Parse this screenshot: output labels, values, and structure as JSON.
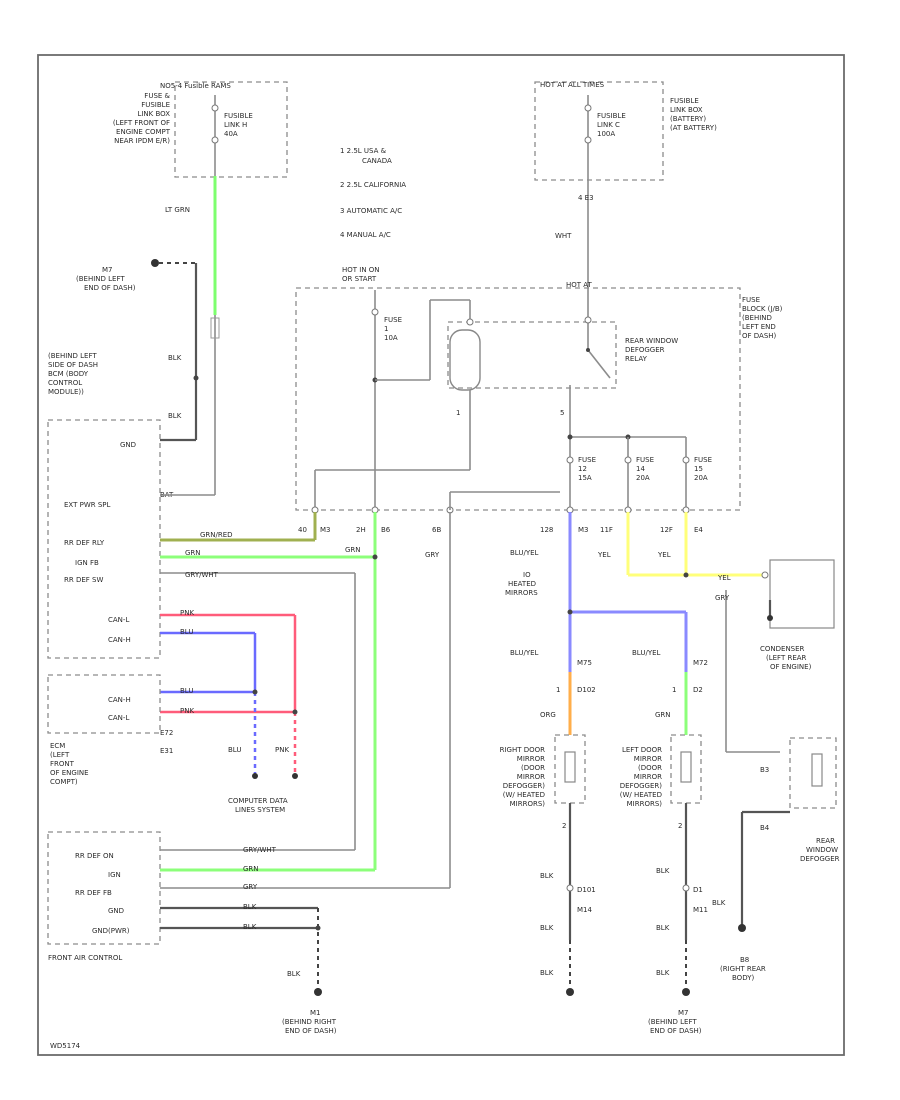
{
  "colors": {
    "lt_grn": "#7dff6e",
    "grn": "#8cff7a",
    "pnk": "#ff5c7a",
    "blu": "#6a6aff",
    "blu_yel": "#8a8aff",
    "yel": "#ffff7a",
    "org": "#ffae4a",
    "wire": "#8c8c8c",
    "blk": "#555555"
  },
  "legend": [
    "1  2.5L USA &",
    "CANADA",
    "2  2.5L CALIFORNIA",
    "3  AUTOMATIC A/C",
    "4  MANUAL A/C"
  ],
  "labels": {
    "fusible_box_left_title": "NO5-4 Fusible RAMS",
    "fusible_link_h": "FUSIBLE\nLINK H\n40A",
    "fusible_box_left_desc": "FUSE &\nFUSIBLE\nLINK BOX\n(LEFT FRONT OF\nENGINE COMPT\nNEAR IPDM E/R)",
    "fusible_box_right_title": "HOT AT ALL TIMES",
    "fusible_link_c": "FUSIBLE\nLINK C\n100A",
    "fusible_box_right_desc": "FUSIBLE\nLINK BOX\n(BATTERY)\n(AT BATTERY)",
    "wire_lt_grn": "LT GRN",
    "conn_e3": "4  E3",
    "wire_wht": "WHT",
    "ground_m7_top": "M7\n(BEHIND LEFT\nEND OF DASH)",
    "hot_in_on": "HOT IN ON\nOR START",
    "hot_at_all": "HOT AT",
    "fuse1": "FUSE\n1\n10A",
    "relay": "REAR WINDOW\nDEFOGGER\nRELAY",
    "fuse_block": "FUSE\nBLOCK (J/B)\n(BEHIND\nLEFT END\nOF DASH)",
    "fuse12": "FUSE\n12\n15A",
    "fuse14": "FUSE\n14\n20A",
    "fuse15": "FUSE\n15\n20A",
    "bcm_desc": "(BEHIND LEFT\nSIDE OF DASH\nBCM (BODY\nCONTROL\nMODULE))",
    "wire_blk": "BLK",
    "bcm_gnd": "GND",
    "bcm_batt": "BAT",
    "bcm_ext_pwr": "EXT PWR SPL",
    "bcm_rr_def_rly": "RR DEF RLY",
    "bcm_ign_fb": "IGN FB",
    "bcm_rr_def_sw": "RR DEF SW",
    "bcm_canl": "CAN-L",
    "bcm_canh": "CAN-H",
    "wire_grn_red": "GRN/RED",
    "wire_grn": "GRN",
    "wire_gry_wht": "GRY/WHT",
    "wire_pnk": "PNK",
    "wire_blu": "BLU",
    "wire_gry": "GRY",
    "wire_blu_yel": "BLU/YEL",
    "wire_yel": "YEL",
    "wire_org": "ORG",
    "heated_mirrors": "IO\nHEATED\nMIRRORS",
    "ecm_canh": "CAN-H",
    "ecm_canl": "CAN-L",
    "ecm_e72": "E72",
    "ecm_e31": "E31",
    "ecm_desc": "ECM\n(LEFT\nFRONT\nOF ENGINE\nCOMPT)",
    "computer_data": "COMPUTER DATA\nLINES SYSTEM",
    "fac_rr_def_on": "RR DEF ON",
    "fac_ign": "IGN",
    "fac_rr_def_fb": "RR DEF FB",
    "fac_gnd": "GND",
    "fac_gnd_pwr": "GND(PWR)",
    "front_ac": "FRONT AIR CONTROL",
    "ground_m1": "M1\n(BEHIND RIGHT\nEND OF DASH)",
    "right_mirror": "RIGHT DOOR\nMIRROR\n(DOOR\nMIRROR\nDEFOGGER)\n(W/ HEATED\nMIRRORS)",
    "left_mirror": "LEFT DOOR\nMIRROR\n(DOOR\nMIRROR\nDEFOGGER)\n(W/ HEATED\nMIRRORS)",
    "ground_m7_bot": "M7\n(BEHIND LEFT\nEND OF DASH)",
    "condenser": "CONDENSER\n(LEFT REAR\nOF ENGINE)",
    "rear_defogger": "REAR\nWINDOW\nDEFOGGER",
    "ground_b8": "B8\n(RIGHT REAR\nBODY)",
    "conn_d101": "D101",
    "conn_d1": "D1",
    "conn_m14": "M14",
    "conn_m11": "M11",
    "conn_b3": "B3",
    "conn_b4": "B4",
    "conn_m75": "M75",
    "conn_m72": "M72",
    "conn_d102": "D102",
    "conn_d2": "D2",
    "pin_128": "128",
    "pin_1a": "1",
    "pin_1b": "1",
    "pin_2a": "2",
    "pin_2b": "2",
    "pin_5": "5",
    "pin_40": "40",
    "pin_m3": "M3",
    "pin_b6": "B6",
    "pin_e4": "E4",
    "pin_12f": "12F",
    "pin_11f": "11F",
    "pin_6b": "6B",
    "pin_2h": "2H",
    "footer_code": "WD5174"
  }
}
